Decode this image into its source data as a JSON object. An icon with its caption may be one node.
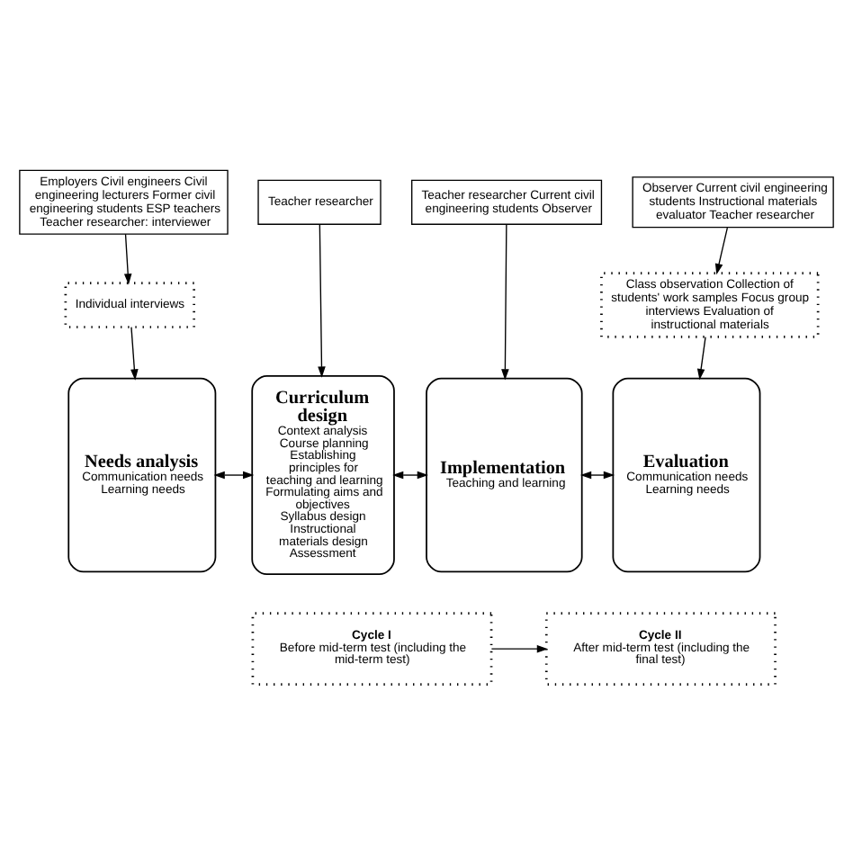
{
  "diagram": {
    "nodes": [
      {
        "text": [
          "Employers Civil engineers Civil engineering lecturers Former civil engineering students ESP teachers Teacher researcher: interviewer"
        ]
      },
      {
        "text": [
          "Individual interviews"
        ]
      },
      {
        "text": [
          "Teacher researcher"
        ]
      },
      {
        "text": [
          "Teacher researcher Current civil engineering students Observer"
        ]
      },
      {
        "text": [
          "Observer Current civil engineering students Instructional materials evaluator Teacher researcher"
        ]
      },
      {
        "text": [
          "Class observation Collection of students' work samples Focus group interviews Evaluation of instructional materials"
        ]
      },
      {
        "text": [
          "Needs analysis",
          "Communication needs",
          "Learning needs"
        ]
      },
      {
        "text": [
          "Curriculum design",
          "Context analysis",
          "Course planning",
          "Establishing principles for teaching and learning",
          "Formulating aims and objectives",
          "Syllabus design",
          "Instructional materials design",
          "Assessment"
        ]
      },
      {
        "text": [
          "Implementation",
          "Teaching and learning"
        ]
      },
      {
        "text": [
          "Evaluation",
          "Communication needs",
          "Learning needs"
        ]
      },
      {
        "text": [
          "Cycle I",
          "Before mid-term test (including the mid-term test)"
        ]
      },
      {
        "text": [
          "Cycle II",
          "After mid-term test (including the final test)"
        ]
      }
    ],
    "edges": [
      {
        "from": 0,
        "to": 1,
        "arrow": "to"
      },
      {
        "from": 1,
        "to": 6,
        "arrow": "to"
      },
      {
        "from": 2,
        "to": 7,
        "arrow": "to"
      },
      {
        "from": 3,
        "to": 8,
        "arrow": "to"
      },
      {
        "from": 4,
        "to": 5,
        "arrow": "to"
      },
      {
        "from": 5,
        "to": 9,
        "arrow": "to"
      },
      {
        "from": 6,
        "to": 7,
        "arrow": "both"
      },
      {
        "from": 7,
        "to": 8,
        "arrow": "both"
      },
      {
        "from": 8,
        "to": 9,
        "arrow": "both"
      },
      {
        "from": 10,
        "to": 11,
        "arrow": "to"
      }
    ]
  }
}
